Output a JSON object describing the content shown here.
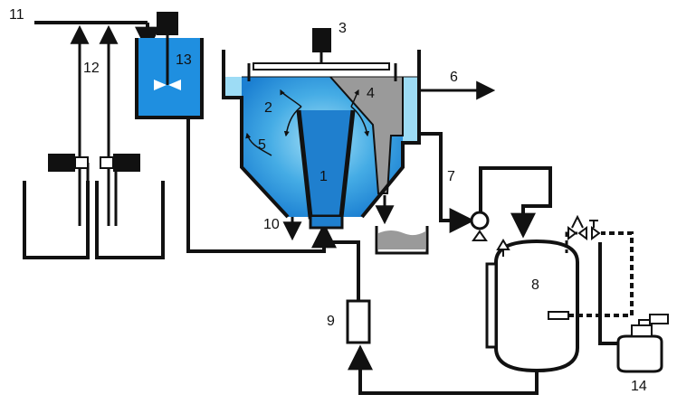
{
  "labels": {
    "l1": "1",
    "l2": "2",
    "l3": "3",
    "l4": "4",
    "l5": "5",
    "l6": "6",
    "l7": "7",
    "l8": "8",
    "l9": "9",
    "l10": "10",
    "l11": "11",
    "l12": "12",
    "l13": "13",
    "l14": "14"
  },
  "colors": {
    "water_light": "#8fd6f2",
    "water_mid": "#3fa9e3",
    "water_dark": "#1d7fd0",
    "sludge_gray": "#9a9a9a",
    "line": "#111111"
  }
}
